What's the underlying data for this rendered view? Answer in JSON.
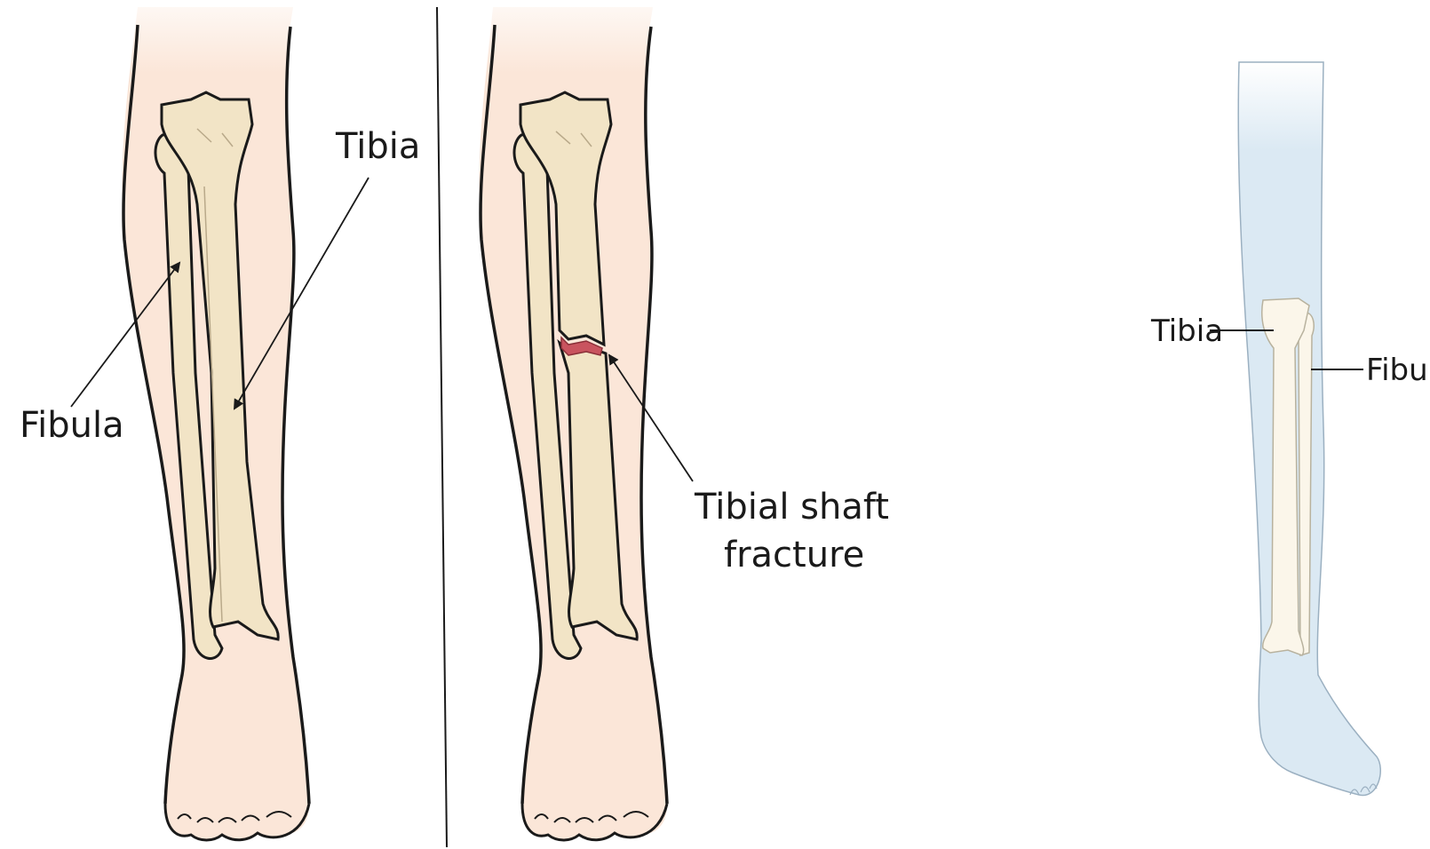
{
  "panels": {
    "normal_leg": {
      "labels": {
        "tibia": "Tibia",
        "fibula": "Fibula"
      }
    },
    "fractured_leg": {
      "labels": {
        "fracture_line1": "Tibial shaft",
        "fracture_line2": "fracture"
      }
    },
    "side_leg": {
      "labels": {
        "tibia": "Tibia",
        "fibula": "Fibula"
      }
    }
  },
  "colors": {
    "skin": "#fbe6d8",
    "bone": "#f2e4c6",
    "outline": "#1a1a1a",
    "fracture": "#c9545f",
    "side_skin": "#dbe9f3"
  }
}
